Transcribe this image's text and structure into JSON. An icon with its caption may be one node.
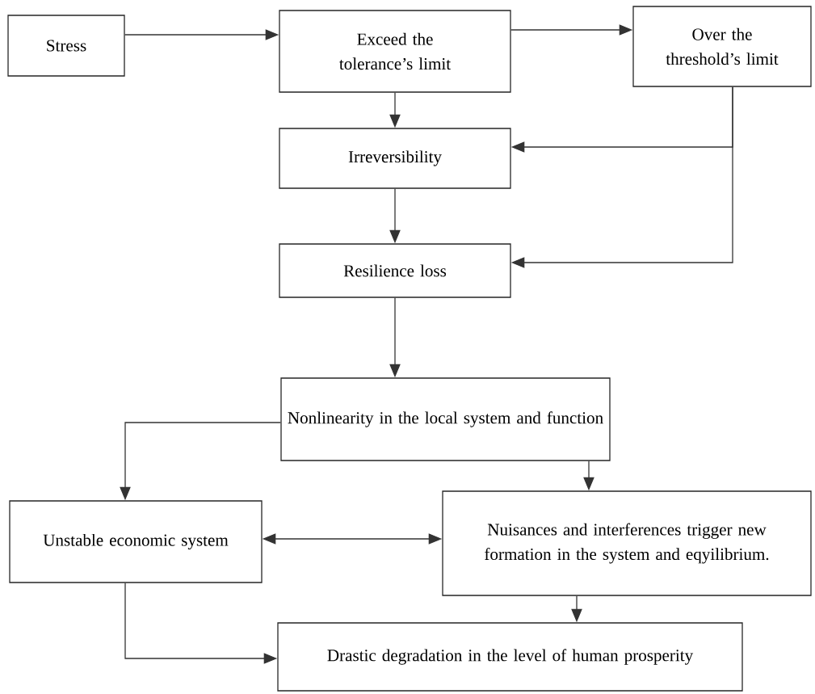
{
  "diagram": {
    "nodes": [
      {
        "text": [
          "Stress"
        ]
      },
      {
        "text": [
          "Exceed the tolerance’s limit"
        ]
      },
      {
        "text": [
          "Over the threshold’s limit"
        ]
      },
      {
        "text": [
          "Irreversibility"
        ]
      },
      {
        "text": [
          "Resilience loss"
        ]
      },
      {
        "text": [
          "Nonlinearity in the local system and function"
        ]
      },
      {
        "text": [
          "Unstable economic system"
        ]
      },
      {
        "text": [
          "Nuisances and interferences trigger new formation in the system and eqyilibrium."
        ]
      },
      {
        "text": [
          "Drastic degradation in the level of human prosperity"
        ]
      }
    ],
    "edges": [
      {
        "from": 0,
        "to": 1,
        "arrow": "to"
      },
      {
        "from": 1,
        "to": 2,
        "arrow": "to"
      },
      {
        "from": 1,
        "to": 3,
        "arrow": "to"
      },
      {
        "from": 2,
        "to": 3,
        "arrow": "to"
      },
      {
        "from": 2,
        "to": 4,
        "arrow": "to"
      },
      {
        "from": 3,
        "to": 4,
        "arrow": "to"
      },
      {
        "from": 4,
        "to": 5,
        "arrow": "to"
      },
      {
        "from": 5,
        "to": 6,
        "arrow": "to"
      },
      {
        "from": 5,
        "to": 7,
        "arrow": "to"
      },
      {
        "from": 6,
        "to": 7,
        "arrow": "both"
      },
      {
        "from": 6,
        "to": 8,
        "arrow": "to"
      },
      {
        "from": 7,
        "to": 8,
        "arrow": "to"
      }
    ]
  }
}
